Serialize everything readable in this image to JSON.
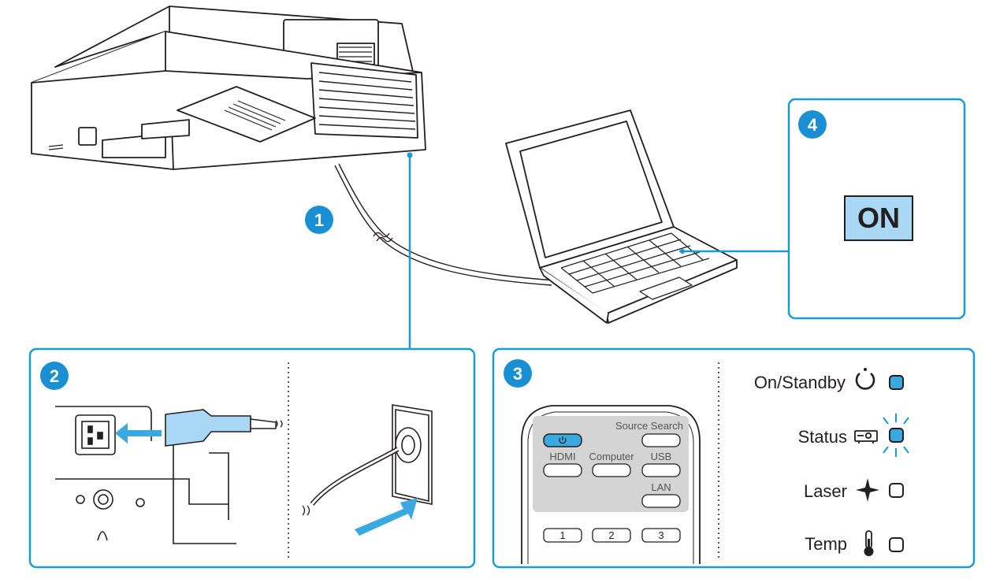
{
  "colors": {
    "accent": "#1a9ad6",
    "step_badge": "#1a8fd4",
    "indicator_fill": "#39a9e0",
    "on_fill": "#a8d8f3",
    "remote_panel": "#d4d4d4",
    "line": "#231f20"
  },
  "steps": [
    {
      "number": "1",
      "description_icon": "cable-connection"
    },
    {
      "number": "2",
      "description_icon": "power-cord-plug"
    },
    {
      "number": "3",
      "description_icon": "remote-power-button"
    },
    {
      "number": "4",
      "description_icon": "computer-power-on"
    }
  ],
  "step4": {
    "on_label": "ON"
  },
  "remote": {
    "buttons": {
      "source_search": "Source Search",
      "hdmi": "HDMI",
      "computer": "Computer",
      "usb": "USB",
      "lan": "LAN"
    },
    "number_keys": [
      "1",
      "2",
      "3"
    ]
  },
  "indicators": [
    {
      "label": "On/Standby",
      "icon": "power-icon",
      "state": "lit"
    },
    {
      "label": "Status",
      "icon": "projector-icon",
      "state": "flashing"
    },
    {
      "label": "Laser",
      "icon": "laser-star-icon",
      "state": "off"
    },
    {
      "label": "Temp",
      "icon": "thermometer-icon",
      "state": "off"
    }
  ]
}
